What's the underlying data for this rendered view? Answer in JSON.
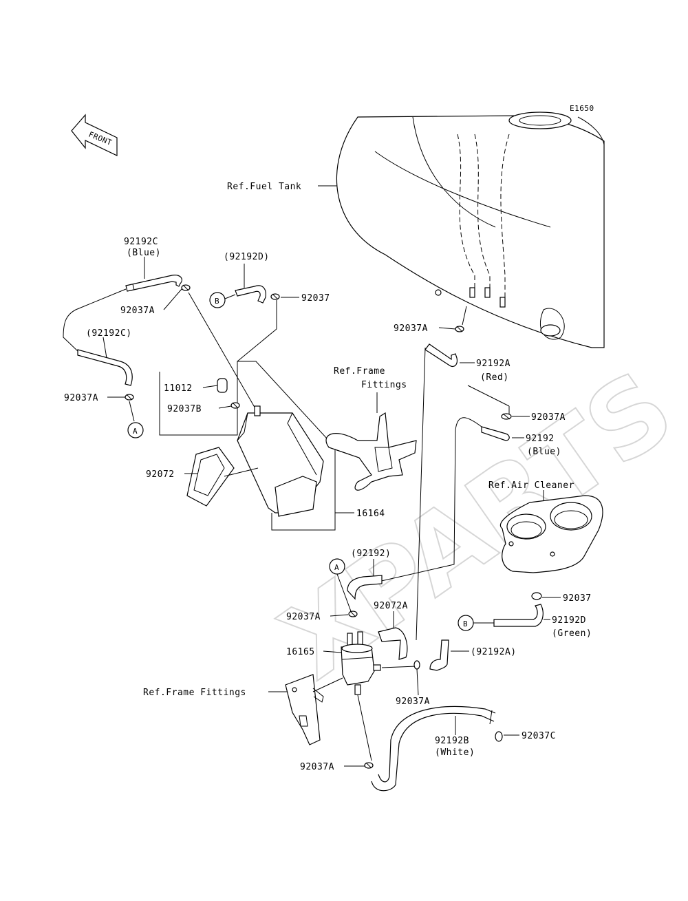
{
  "diagram_code": "E1650",
  "watermark": "XPARTS",
  "front_label": "FRONT",
  "callouts": {
    "A": "A",
    "B": "B"
  },
  "labels": {
    "fuel_tank": "Ref.Fuel Tank",
    "p92192C": "92192C",
    "p92192C_color": "(Blue)",
    "p92192D_top": "(92192D)",
    "p92037A_1": "92037A",
    "p92037_1": "92037",
    "p92192C_paren": "(92192C)",
    "p11012": "11012",
    "p92037A_2": "92037A",
    "p92037B": "92037B",
    "p92072": "92072",
    "p16164": "16164",
    "frame_fittings_1_line1": "Ref.Frame",
    "frame_fittings_1_line2": "Fittings",
    "p92037A_3": "92037A",
    "p92192A": "92192A",
    "p92192A_color": "(Red)",
    "p92037A_4": "92037A",
    "p92192": "92192",
    "p92192_color": "(Blue)",
    "air_cleaner": "Ref.Air Cleaner",
    "p92037_2": "92037",
    "p92192D": "92192D",
    "p92192D_color": "(Green)",
    "p92192_paren": "(92192)",
    "p92037A_5": "92037A",
    "p92072A": "92072A",
    "p16165": "16165",
    "p92192A_paren": "(92192A)",
    "frame_fittings_2": "Ref.Frame Fittings",
    "p92037A_6": "92037A",
    "p92192B": "92192B",
    "p92192B_color": "(White)",
    "p92037C": "92037C",
    "p92037A_7": "92037A"
  }
}
